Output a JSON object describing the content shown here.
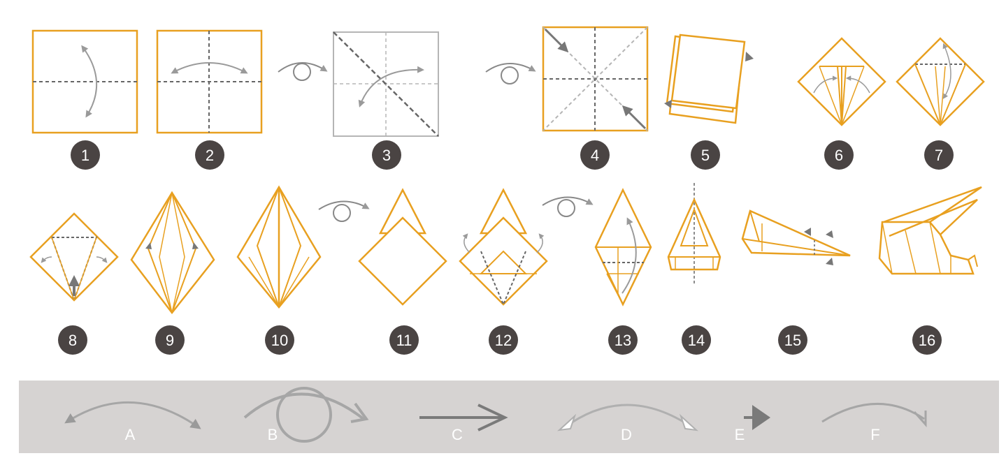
{
  "colors": {
    "paper": "#e8a020",
    "crease": "#666666",
    "arrow": "#9a9a9a",
    "badge": "#4a4443",
    "legend_bg": "#d6d3d2",
    "legend_mark": "#a6a6a6"
  },
  "steps": [
    {
      "number": "1"
    },
    {
      "number": "2"
    },
    {
      "number": "3"
    },
    {
      "number": "4"
    },
    {
      "number": "5"
    },
    {
      "number": "6"
    },
    {
      "number": "7"
    },
    {
      "number": "8"
    },
    {
      "number": "9"
    },
    {
      "number": "10"
    },
    {
      "number": "11"
    },
    {
      "number": "12"
    },
    {
      "number": "13"
    },
    {
      "number": "14"
    },
    {
      "number": "15"
    },
    {
      "number": "16"
    }
  ],
  "legend": {
    "items": [
      {
        "label": "A",
        "icon": "fold-arc-arrow-icon"
      },
      {
        "label": "B",
        "icon": "turn-over-icon"
      },
      {
        "label": "C",
        "icon": "push-arrow-icon"
      },
      {
        "label": "D",
        "icon": "fold-unfold-arrow-icon"
      },
      {
        "label": "E",
        "icon": "press-triangle-icon"
      },
      {
        "label": "F",
        "icon": "fold-behind-arrow-icon"
      }
    ]
  }
}
